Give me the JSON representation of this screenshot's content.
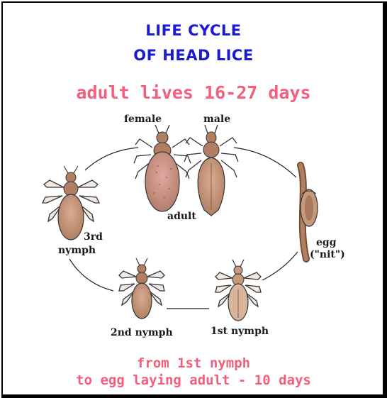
{
  "title": {
    "line1": "LIFE CYCLE",
    "line2": "OF HEAD LICE"
  },
  "subtitle": "adult lives 16-27 days",
  "stages": {
    "female": "female",
    "male": "male",
    "adult": "adult",
    "third_nymph_a": "3rd",
    "third_nymph_b": "nymph",
    "egg_a": "egg",
    "egg_b": "(\"nit\")",
    "second_nymph": "2nd nymph",
    "first_nymph": "1st nymph"
  },
  "footer": {
    "line1": "from 1st nymph",
    "line2": "to egg laying adult - 10 days"
  },
  "colors": {
    "title": "#1a1ad0",
    "accent": "#f2607d",
    "louse_body": "#c9977a",
    "louse_dark": "#8a5a40"
  }
}
